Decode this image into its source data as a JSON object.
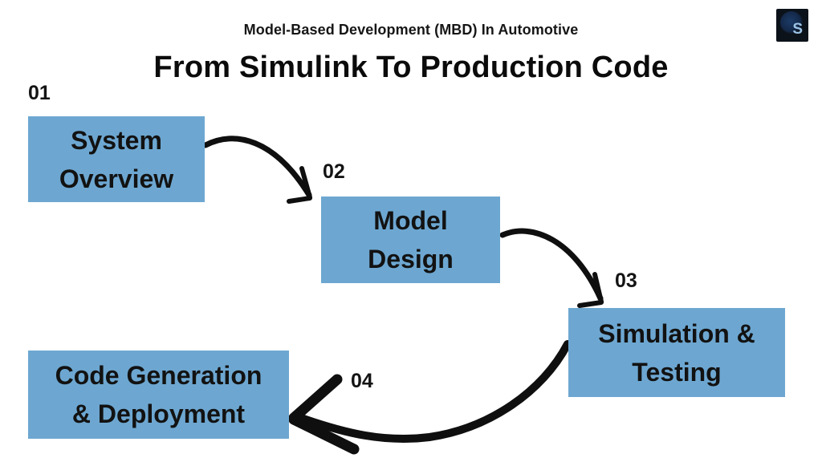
{
  "header": {
    "subtitle": "Model-Based Development (MBD) In Automotive",
    "title": "From Simulink To Production Code",
    "logo_letter": "S"
  },
  "theme": {
    "box_fill": "#6DA7D1",
    "text_color": "#121212",
    "arrow_color": "#0f0f0f",
    "background": "#ffffff"
  },
  "steps": [
    {
      "number": "01",
      "line1": "System",
      "line2": "Overview"
    },
    {
      "number": "02",
      "line1": "Model",
      "line2": "Design"
    },
    {
      "number": "03",
      "line1": "Simulation &",
      "line2": "Testing"
    },
    {
      "number": "04",
      "line1": "Code Generation",
      "line2": "& Deployment"
    }
  ]
}
